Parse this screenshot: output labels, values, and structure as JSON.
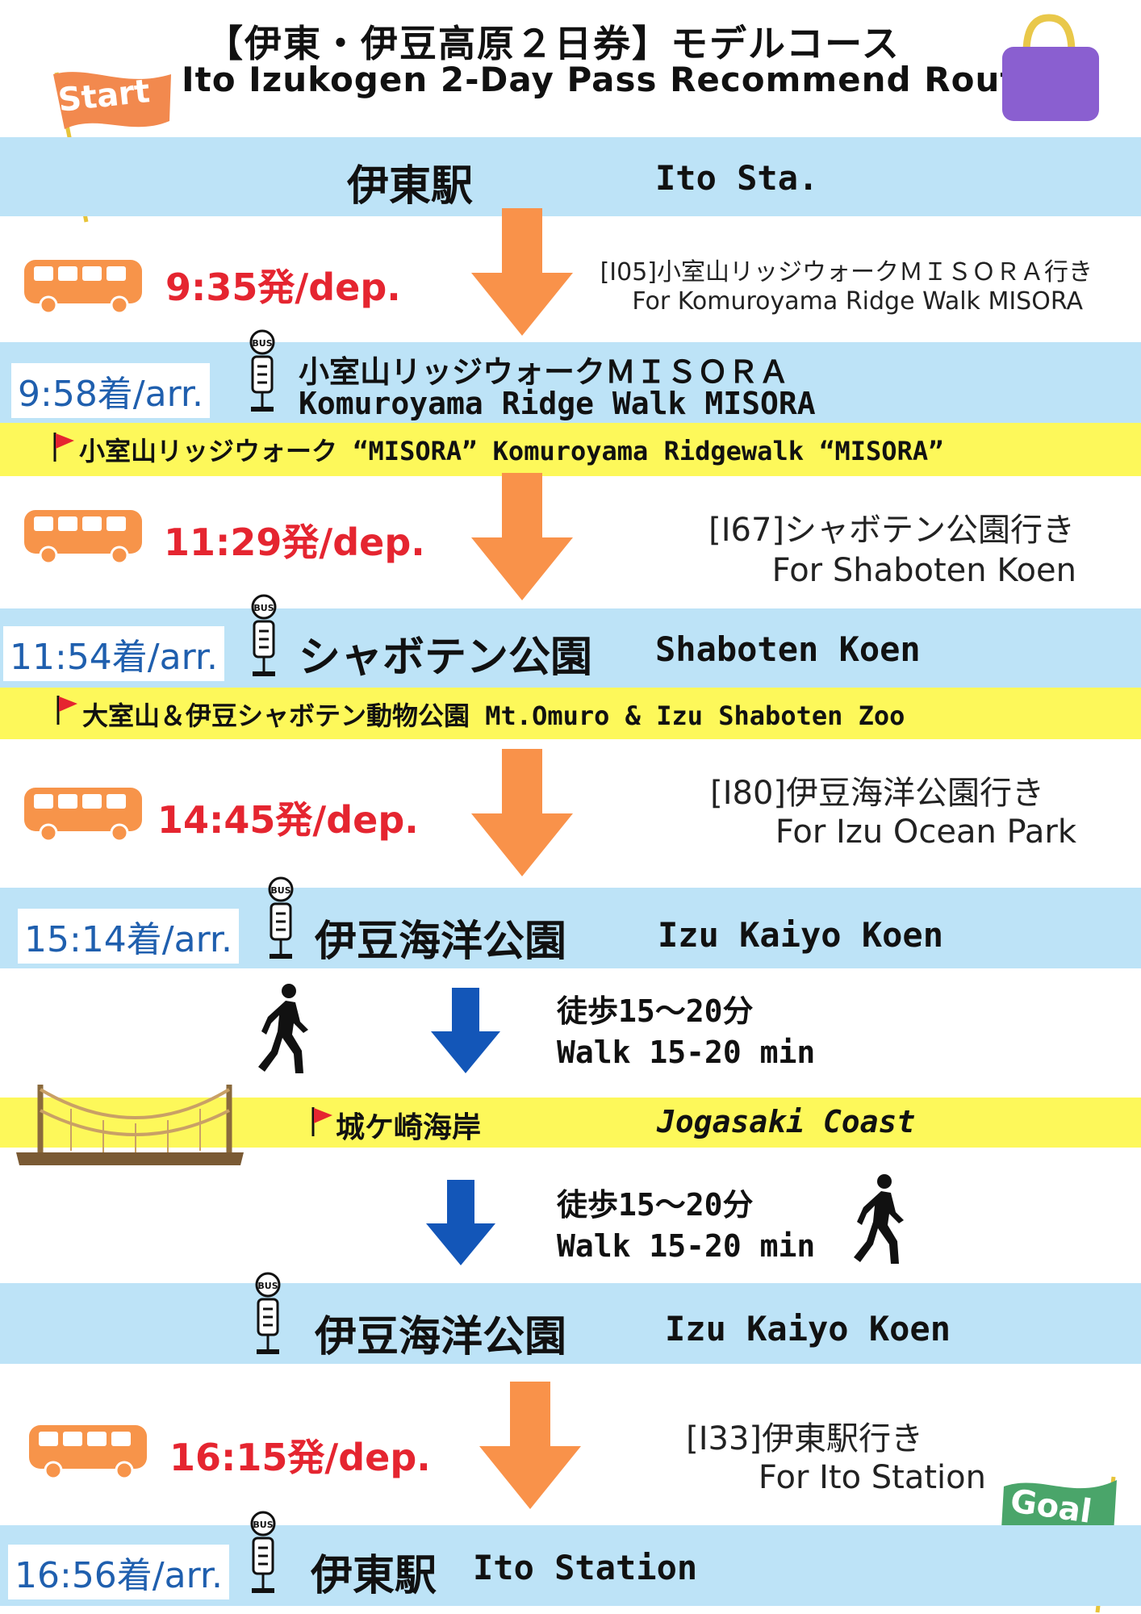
{
  "header": {
    "title_jp": "【伊東・伊豆高原２日券】モデルコース",
    "title_en": "Ito Izukogen 2-Day Pass Recommend Route",
    "start_label": "Start",
    "goal_label": "Goal"
  },
  "stations": {
    "ito_start": {
      "jp": "伊東駅",
      "en": "Ito Sta."
    },
    "misora": {
      "arr": "9:58着/arr.",
      "jp": "小室山リッジウォークＭＩＳＯＲＡ",
      "en": "Komuroyama Ridge Walk MISORA"
    },
    "shaboten": {
      "arr": "11:54着/arr.",
      "jp": "シャボテン公園",
      "en": "Shaboten Koen"
    },
    "kaiyo1": {
      "arr": "15:14着/arr.",
      "jp": "伊豆海洋公園",
      "en": "Izu Kaiyo Koen"
    },
    "kaiyo2": {
      "jp": "伊豆海洋公園",
      "en": "Izu Kaiyo Koen"
    },
    "ito_end": {
      "arr": "16:56着/arr.",
      "jp": "伊東駅",
      "en": "Ito Station"
    }
  },
  "legs": [
    {
      "dep": "9:35発/dep.",
      "route_jp": "[I05]小室山リッジウォークＭＩＳＯＲＡ行き",
      "route_en": "For Komuroyama Ridge Walk MISORA"
    },
    {
      "dep": "11:29発/dep.",
      "route_jp": "[I67]シャボテン公園行き",
      "route_en": "For Shaboten Koen"
    },
    {
      "dep": "14:45発/dep.",
      "route_jp": "[I80]伊豆海洋公園行き",
      "route_en": "For Izu Ocean Park"
    },
    {
      "dep": "16:15発/dep.",
      "route_jp": "[I33]伊東駅行き",
      "route_en": "For Ito Station"
    }
  ],
  "spots": {
    "misora": {
      "text": "小室山リッジウォーク “MISORA”  Komuroyama Ridgewalk  “MISORA”"
    },
    "omuro": {
      "text": "大室山＆伊豆シャボテン動物公園  Mt.Omuro & Izu Shaboten Zoo"
    },
    "jogasaki": {
      "jp": "城ケ崎海岸",
      "en": "Jogasaki Coast"
    }
  },
  "walks": [
    {
      "jp": "徒歩15～20分",
      "en": "Walk 15-20 min"
    },
    {
      "jp": "徒歩15～20分",
      "en": "Walk 15-20 min"
    }
  ],
  "icons": {
    "bus_stop_label": "BUS"
  },
  "colors": {
    "band_blue": "#bde3f7",
    "band_yellow": "#fdf85a",
    "bus_orange": "#f7944a",
    "arrow_orange": "#f9924a",
    "arrow_blue": "#1356b8",
    "dep_red": "#e52530",
    "arr_blue": "#1f5fae",
    "bag_purple": "#8a5fd0",
    "flag_orange": "#f2894e",
    "flag_green": "#4aa56a"
  }
}
